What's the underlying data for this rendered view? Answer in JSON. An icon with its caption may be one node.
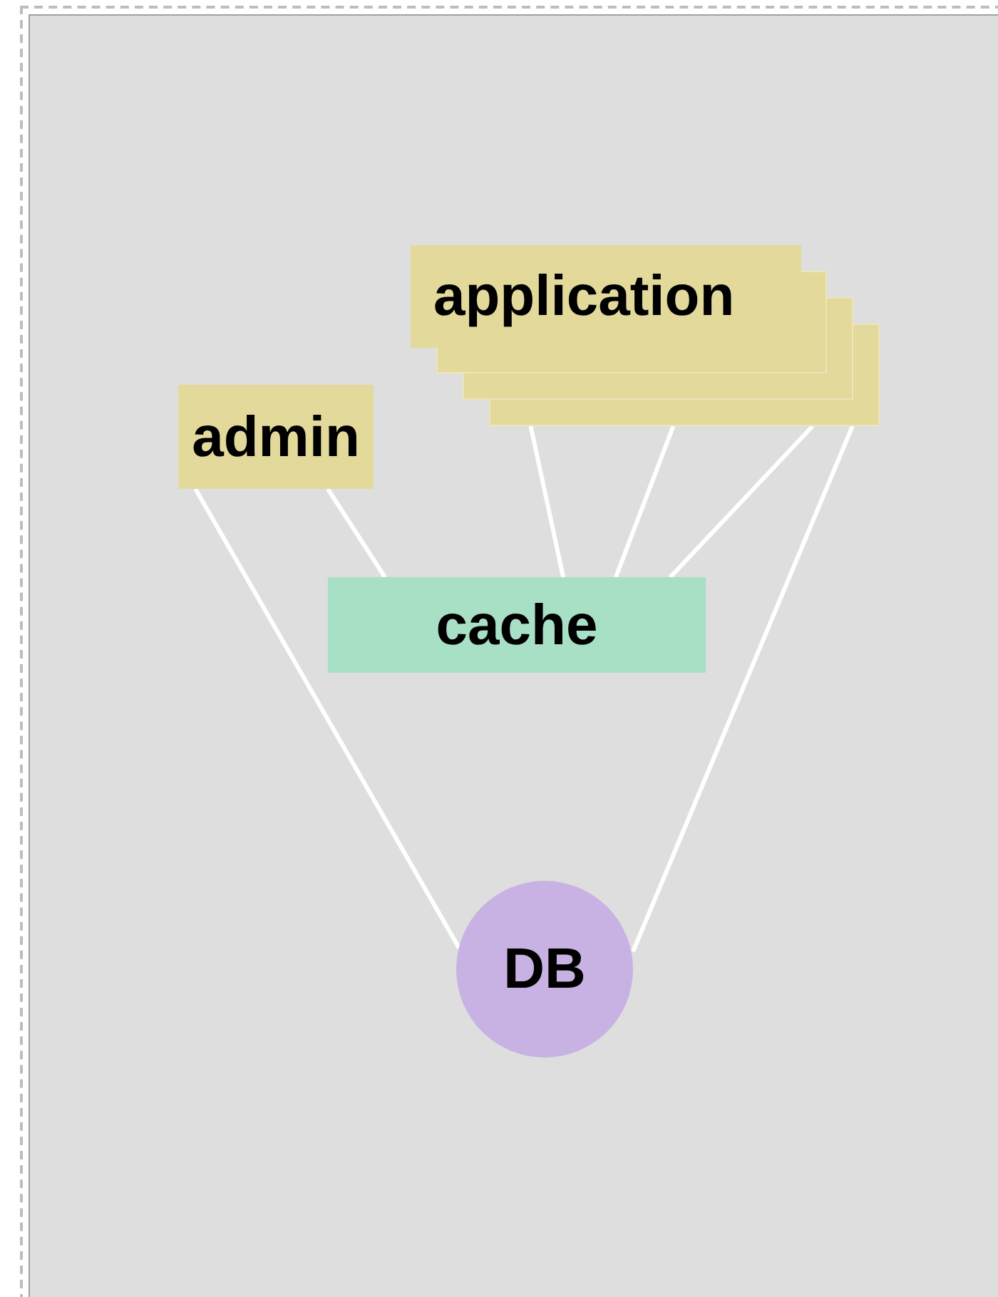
{
  "diagram": {
    "nodes": [
      {
        "text": [
          "application"
        ]
      },
      {
        "text": [
          "admin"
        ]
      },
      {
        "text": [
          "cache"
        ]
      },
      {
        "text": [
          "DB"
        ]
      }
    ],
    "edges": [
      {
        "from": 0,
        "to": 2,
        "arrow": "none"
      },
      {
        "from": 0,
        "to": 2,
        "arrow": "none"
      },
      {
        "from": 0,
        "to": 2,
        "arrow": "none"
      },
      {
        "from": 0,
        "to": 3,
        "arrow": "none"
      },
      {
        "from": 1,
        "to": 2,
        "arrow": "none"
      },
      {
        "from": 1,
        "to": 3,
        "arrow": "none"
      }
    ]
  }
}
